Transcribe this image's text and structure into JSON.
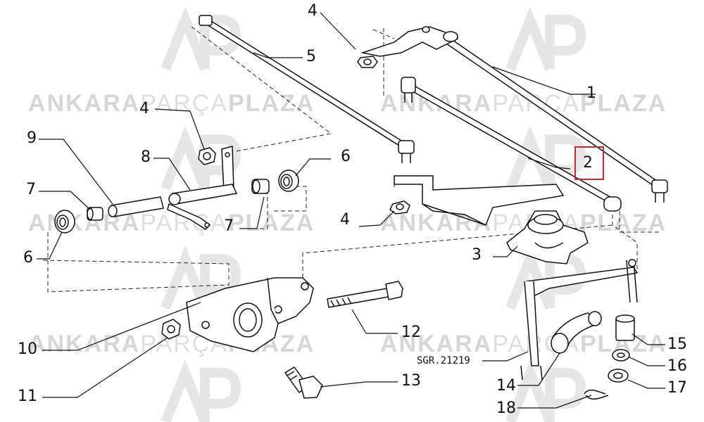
{
  "part_labels": [
    "1",
    "2",
    "3",
    "4",
    "4",
    "4",
    "5",
    "6",
    "6",
    "7",
    "7",
    "8",
    "9",
    "10",
    "11",
    "12",
    "13",
    "14",
    "15",
    "16",
    "17",
    "18"
  ],
  "drawing_code": "SGR.21219",
  "highlighted_label": "2",
  "watermark": {
    "word1": "ANKARA",
    "word2": "PARÇA",
    "word3": "PLAZA",
    "logo": "AP"
  },
  "colors": {
    "highlight": "#d0262b",
    "line": "#111111",
    "watermark": "#d9d9d9"
  }
}
